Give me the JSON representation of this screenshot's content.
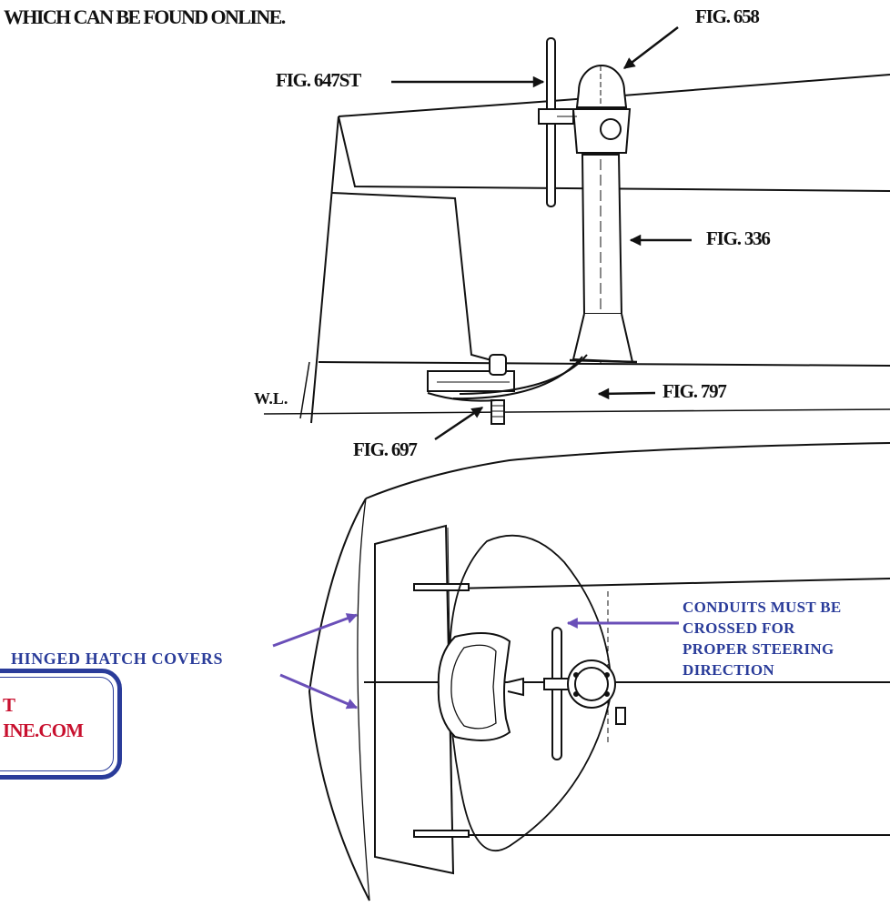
{
  "header_text": "WHICH CAN BE FOUND ONLINE.",
  "side_view": {
    "labels": {
      "fig_658": "FIG. 658",
      "fig_647st": "FIG. 647ST",
      "fig_336": "FIG. 336",
      "fig_797": "FIG. 797",
      "fig_697": "FIG. 697",
      "waterline": "W.L."
    }
  },
  "top_view": {
    "conduits_note": [
      "CONDUITS MUST BE",
      "CROSSED FOR",
      "PROPER STEERING",
      "DIRECTION"
    ],
    "hatch_label": "HINGED HATCH COVERS"
  },
  "promo_box": {
    "line1": "T",
    "line2": "INE.COM"
  },
  "colors": {
    "line": "#111111",
    "accent_blue": "#2a3c9a",
    "arrow_purple": "#6a4fb8",
    "promo_red": "#c8102e"
  }
}
